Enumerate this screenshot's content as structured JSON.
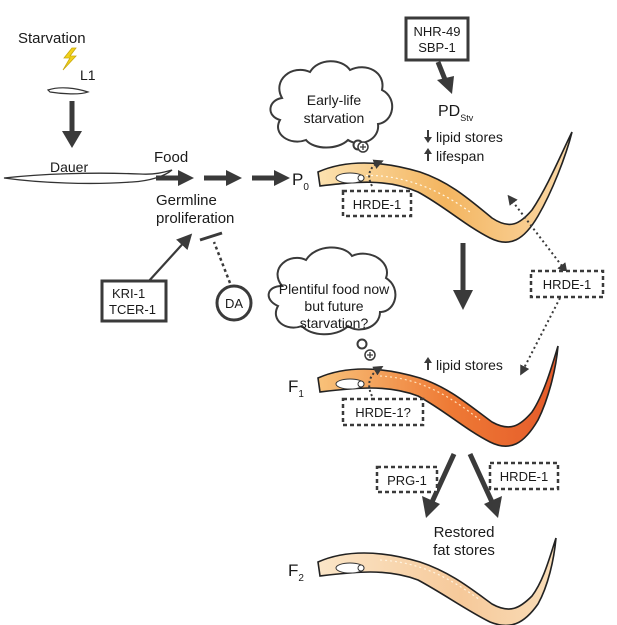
{
  "top_left": {
    "starvation": "Starvation",
    "l1": "L1",
    "dauer": "Dauer",
    "food": "Food",
    "germline_line1": "Germline",
    "germline_line2": "proliferation",
    "kri_line1": "KRI-1",
    "kri_line2": "TCER-1",
    "da": "DA"
  },
  "p0": {
    "gen_letter": "P",
    "gen_sub": "0",
    "thought_line1": "Early-life",
    "thought_line2": "starvation",
    "hrde": "HRDE-1",
    "nhr_line1": "NHR-49",
    "nhr_line2": "SBP-1",
    "pd_main": "PD",
    "pd_sub": "Stv",
    "lipid": "lipid stores",
    "lifespan": "lifespan"
  },
  "right_hrde": "HRDE-1",
  "f1": {
    "gen_letter": "F",
    "gen_sub": "1",
    "thought_line1": "Plentiful food now",
    "thought_line2": "but future",
    "thought_line3": "starvation?",
    "hrde": "HRDE-1?",
    "lipid": "lipid stores"
  },
  "f2": {
    "gen_letter": "F",
    "gen_sub": "2",
    "prg": "PRG-1",
    "hrde": "HRDE-1",
    "restored_line1": "Restored",
    "restored_line2": "fat stores"
  },
  "colors": {
    "ink": "#3a3a3a",
    "p0_worm_fill": "#f3b560",
    "f1_worm_fill": "#ee7a35",
    "f2_worm_fill": "#f6c99a",
    "lightning": "#f2d21b"
  }
}
